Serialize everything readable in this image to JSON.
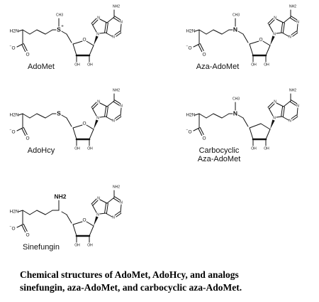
{
  "molecules": [
    {
      "name": "AdoMet",
      "linker": "S",
      "linker_charge": "+",
      "linker_sub": "CH3",
      "ring_o": true
    },
    {
      "name": "Aza-AdoMet",
      "linker": "N",
      "linker_charge": "",
      "linker_sub": "CH3",
      "ring_o": true
    },
    {
      "name": "AdoHcy",
      "linker": "S",
      "linker_charge": "",
      "linker_sub": "",
      "ring_o": true
    },
    {
      "name_lines": [
        "Carbocyclic",
        "Aza-AdoMet"
      ],
      "linker": "N",
      "linker_charge": "",
      "linker_sub": "CH3",
      "ring_o": false
    },
    {
      "name": "Sinefungin",
      "linker": "",
      "linker_charge": "",
      "linker_sub": "NH2",
      "ring_o": true
    }
  ],
  "atoms": {
    "amine": "H2N",
    "carboxylate_o_minus": "O",
    "carboxylate_o": "O",
    "ring_o": "O",
    "hydroxyl": "OH",
    "adenine_nh2": "NH2",
    "adenine_n": "N"
  },
  "caption": {
    "line1": "Chemical structures of AdoMet, AdoHcy, and analogs",
    "line2": "sinefungin, aza-AdoMet, and carbocyclic aza-AdoMet."
  }
}
